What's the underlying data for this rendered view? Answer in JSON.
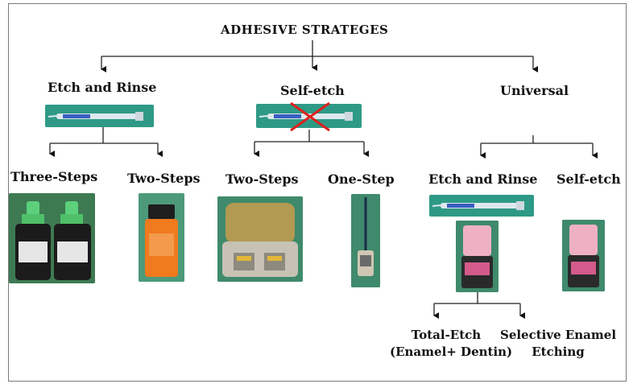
{
  "title": "ADHESIVE STRATEGES",
  "branches": {
    "etch_rinse": "Etch and Rinse",
    "self_etch": "Self-etch",
    "universal": "Universal"
  },
  "sub": {
    "three_steps": "Three-Steps",
    "er_two_steps": "Two-Steps",
    "se_two_steps": "Two-Steps",
    "one_step": "One-Step",
    "u_etch_rinse": "Etch and Rinse",
    "u_self_etch": "Self-etch"
  },
  "leaves": {
    "total_etch_line1": "Total-Etch",
    "total_etch_line2": "(Enamel+ Dentin)",
    "selective_line1": "Selective Enamel",
    "selective_line2": "Etching"
  },
  "colors": {
    "syringe_bg": "#2e9a86",
    "strike": "#e0201c"
  }
}
